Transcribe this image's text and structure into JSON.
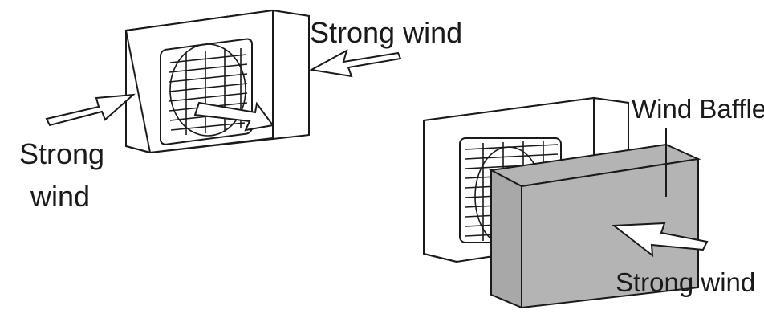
{
  "labels": {
    "top_right_wind": "Strong wind",
    "left_wind_line1": "Strong",
    "left_wind_line2": "wind",
    "baffle": "Wind Baffle",
    "bottom_wind": "Strong wind"
  },
  "colors": {
    "line": "#1a1a1a",
    "baffle_fill": "#b4b4b4",
    "baffle_side": "#a8a8a8",
    "background": "#ffffff"
  }
}
